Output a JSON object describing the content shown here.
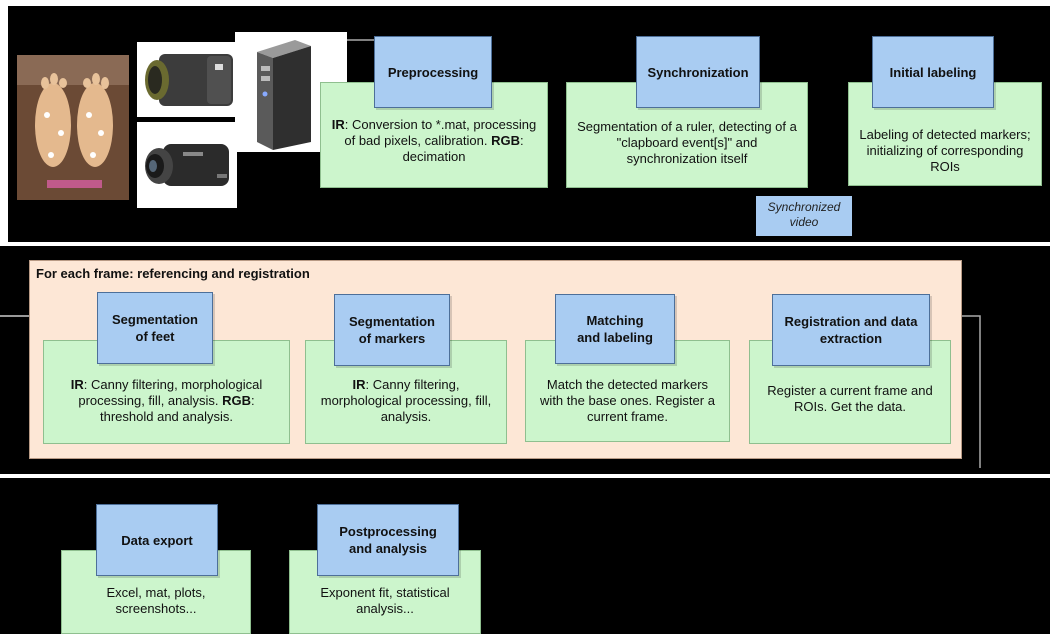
{
  "top": {
    "preprocessing": {
      "title": "Preprocessing",
      "ir_label": "IR",
      "ir_text": ": Conversion to *.mat, processing of bad pixels, calibration.",
      "rgb_label": "RGB",
      "rgb_text": ": decimation"
    },
    "synchronization": {
      "title": "Synchronization",
      "text": "Segmentation of a ruler, detecting of a \"clapboard event[s]\" and synchronization itself"
    },
    "initial_labeling": {
      "title": "Initial labeling",
      "text": "Labeling of detected markers; initializing of corresponding ROIs"
    },
    "synchronized_video": "Synchronized video"
  },
  "frame_section": {
    "title": "For each frame: referencing and registration",
    "segmentation_feet": {
      "title": "Segmentation of feet",
      "ir_label": "IR",
      "ir_text": ": Canny filtering, morphological processing, fill, analysis.",
      "rgb_label": "RGB",
      "rgb_text": ": threshold and analysis."
    },
    "segmentation_markers": {
      "title": "Segmentation of markers",
      "ir_label": "IR",
      "ir_text": ": Canny filtering, morphological processing, fill, analysis."
    },
    "matching": {
      "title": "Matching and labeling",
      "text": "Match the detected markers with the base ones. Register a current frame."
    },
    "registration": {
      "title": "Registration and data extraction",
      "text": "Register a current frame and ROIs. Get the data."
    }
  },
  "bottom": {
    "data_export": {
      "title": "Data export",
      "text": "Excel, mat, plots, screenshots..."
    },
    "postprocessing": {
      "title": "Postprocessing and analysis",
      "text": "Exponent fit, statistical analysis..."
    }
  },
  "colors": {
    "background": "#000000",
    "box_green": "#ccf5cc",
    "box_blue": "#a9ccf2",
    "section_peach": "#fde7d6"
  },
  "icons": [
    "feet-photo",
    "thermal-camera",
    "video-camera",
    "computer-tower"
  ]
}
